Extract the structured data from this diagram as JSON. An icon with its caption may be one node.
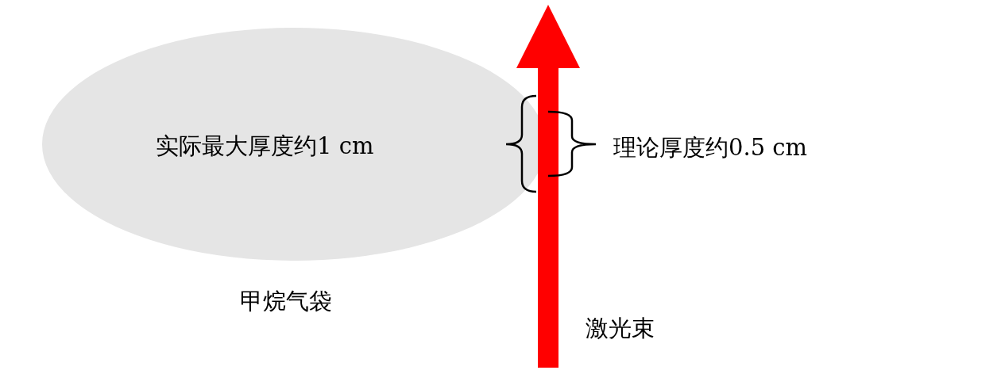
{
  "diagram": {
    "nodes": [
      {
        "text": [
          "实际最大厚度约1 cm"
        ],
        "beside": [
          "甲烷气袋"
        ]
      }
    ],
    "labels": [
      "理论厚度约0.5 cm",
      "激光束"
    ]
  }
}
